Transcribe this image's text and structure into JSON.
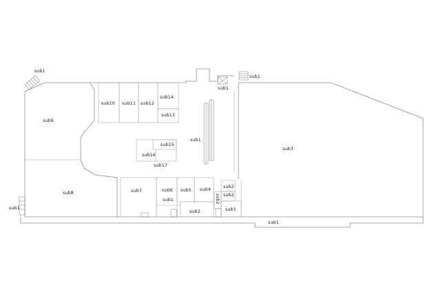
{
  "floor_plan": {
    "labels": {
      "sub1_stair_nw": "sub1",
      "sub1_stair_ne": "sub1",
      "sub1_lift": "sub1",
      "sub1_corridor": "sub1",
      "sub1_center": "sub1",
      "sub1_west": "sub1",
      "sub1_bottom": "sub1",
      "sub1_south_east": "sub1",
      "sub2_small": "sub2",
      "sub2_lower": "sub2",
      "sub2_bottom": "sub2",
      "sub2_vertical": "sub2",
      "sub3": "sub3",
      "sub4": "sub4",
      "sub5": "sub5",
      "sub6": "sub6",
      "sub7": "sub7",
      "sub8": "sub8",
      "sub9": "sub9",
      "sub10": "sub10",
      "sub11": "sub11",
      "sub12": "sub12",
      "sub13": "sub13",
      "sub14": "sub14",
      "sub15": "sub15",
      "sub16": "sub16",
      "sub17": "sub17"
    }
  }
}
